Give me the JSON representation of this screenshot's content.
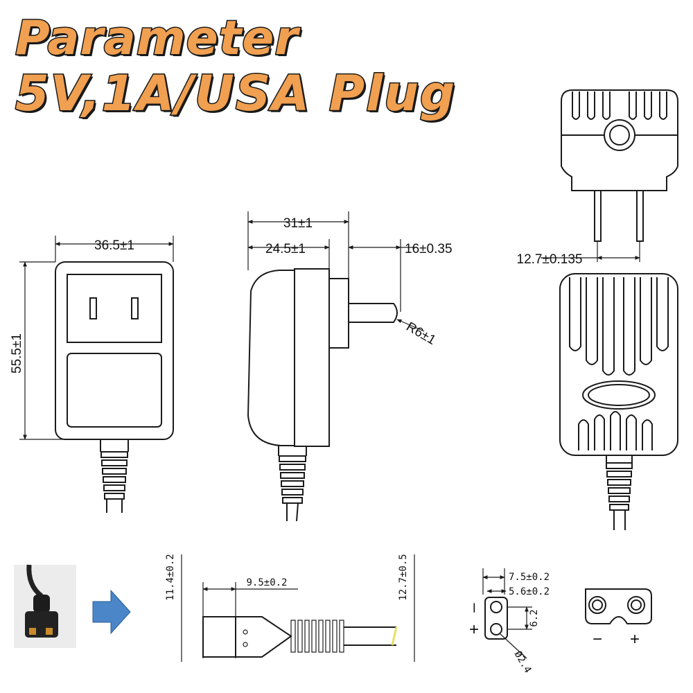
{
  "title": {
    "line1": "Parameter",
    "line2": "5V,1A/USA Plug"
  },
  "front_view": {
    "width_label": "36.5±1",
    "height_label": "55.5±1"
  },
  "side_view": {
    "depth_label": "31±1",
    "body_label": "24.5±1",
    "prong_label": "16±0.35",
    "radius_label": "R6±1"
  },
  "top_view": {
    "pin_spacing_label": "12.7±0.135"
  },
  "connector": {
    "height_label": "11.4±0.2",
    "length_label": "9.5±0.2",
    "cable_label": "12.7±0.5",
    "face_width_label": "7.5±0.2",
    "face_pitch_label": "5.6±0.2",
    "face_height_label": "6.2",
    "hole_label": "Ø2.4",
    "minus_sign": "–",
    "plus_sign": "+",
    "face2_minus": "−",
    "face2_plus": "+"
  },
  "colors": {
    "title_fill": "#f0a050",
    "title_stroke": "#1a1a1a",
    "arrow": "#4a86c8"
  },
  "icons": {
    "arrow": "arrow-right-icon"
  }
}
